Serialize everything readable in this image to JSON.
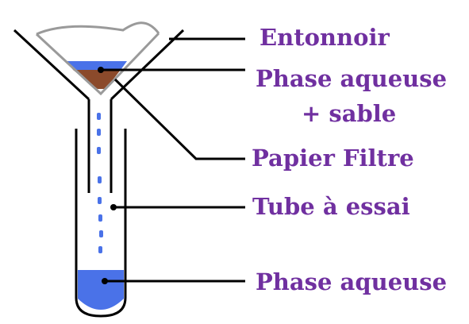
{
  "labels": {
    "funnel": "Entonnoir",
    "residue_line1": "Phase aqueuse",
    "residue_line2": "+ sable",
    "filter_paper": "Papier Filtre",
    "test_tube": "Tube à essai",
    "filtrate": "Phase aqueuse"
  },
  "colors": {
    "label_text": "#7030a0",
    "liquid": "#4a72e8",
    "sand": "#8b4a2b",
    "filter_paper": "#9a9a9a",
    "outline": "#000000"
  }
}
